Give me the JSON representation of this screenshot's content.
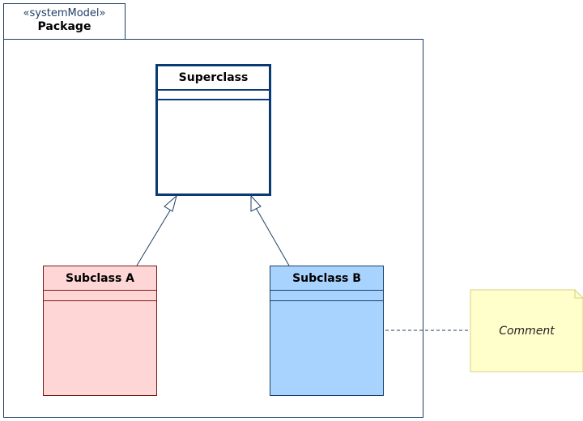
{
  "package": {
    "stereotype": "«systemModel»",
    "name": "Package"
  },
  "classes": {
    "superclass": {
      "name": "Superclass"
    },
    "subclass_a": {
      "name": "Subclass A"
    },
    "subclass_b": {
      "name": "Subclass B"
    }
  },
  "comment": {
    "text": "Comment"
  },
  "colors": {
    "package_border": "#1f3f66",
    "superclass_border": "#0a3a73",
    "subclass_a_fill": "#ffd6d6",
    "subclass_a_border": "#7a1a1a",
    "subclass_b_fill": "#a9d3ff",
    "subclass_b_border": "#1a3f66",
    "comment_fill": "#ffffcc",
    "comment_border": "#d8d080"
  }
}
